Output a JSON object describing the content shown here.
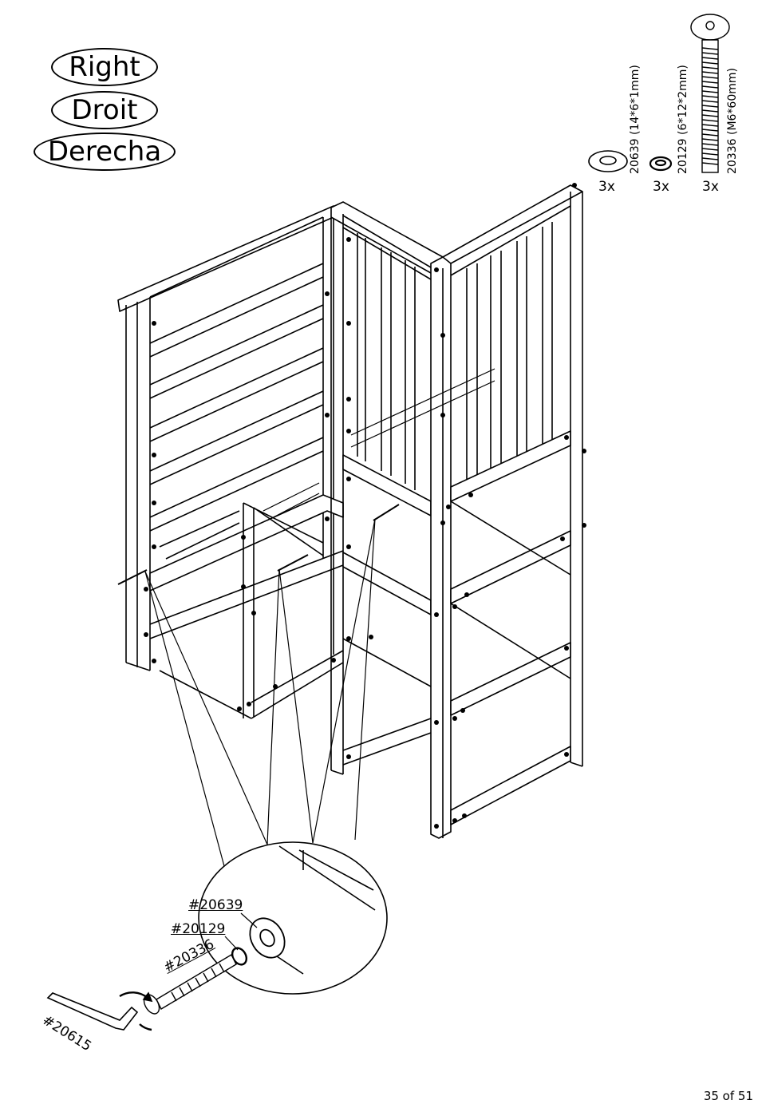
{
  "titles": {
    "en": "Right",
    "fr": "Droit",
    "es": "Derecha"
  },
  "parts": [
    {
      "spec": "20639 (14*6*1mm)",
      "qty": "3x",
      "icon": "washer-icon"
    },
    {
      "spec": "20129 (6*12*2mm)",
      "qty": "3x",
      "icon": "spring-washer-icon"
    },
    {
      "spec": "20336 (M6*60mm)",
      "qty": "3x",
      "icon": "bolt-icon"
    }
  ],
  "detail": {
    "washer_label": "#20639",
    "spring_washer_label": "#20129",
    "bolt_label": "#20336",
    "key_label": "#20615"
  },
  "page": {
    "number": "35 of 51"
  }
}
